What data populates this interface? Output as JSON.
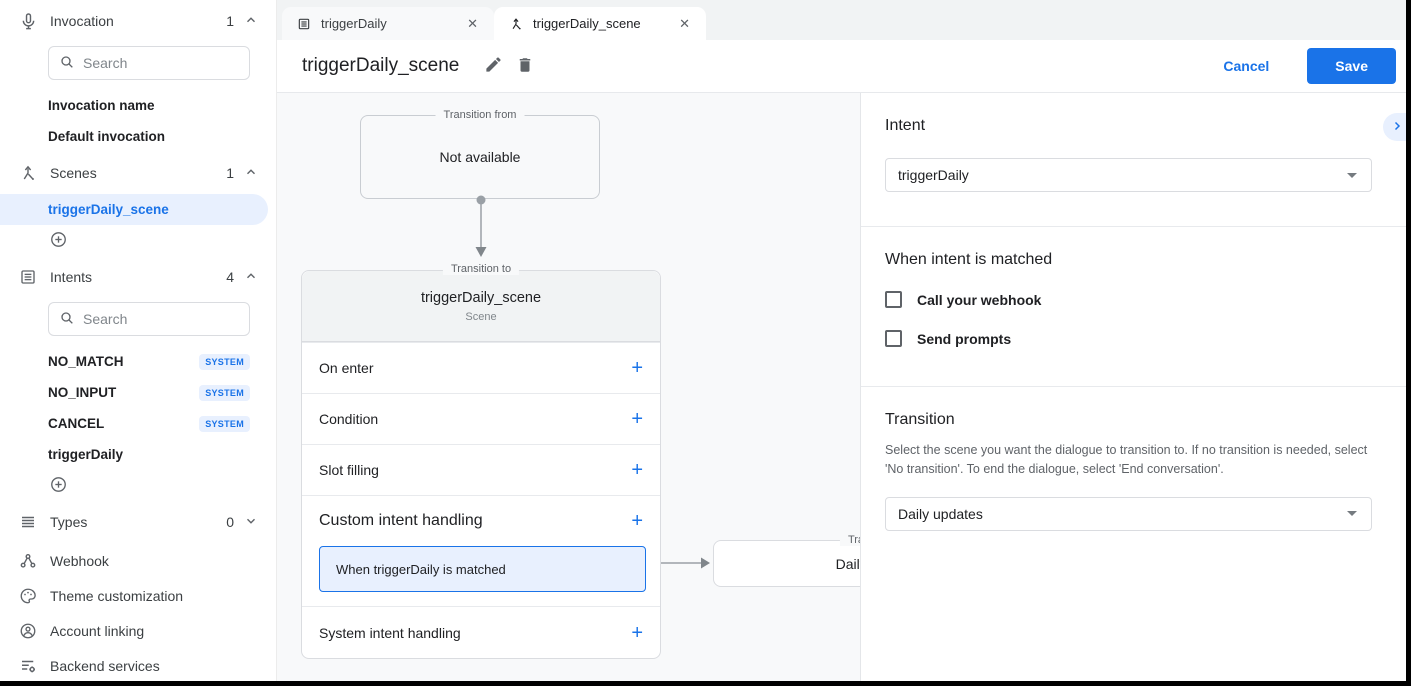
{
  "accent_color": "#1a73e8",
  "selection_bg_color": "#e8f0fe",
  "icons": {
    "plus": "+",
    "close": "✕"
  },
  "sidebar": {
    "search_placeholder": "Search",
    "invocation": {
      "label": "Invocation",
      "count": "1",
      "items": [
        "Invocation name",
        "Default invocation"
      ]
    },
    "scenes": {
      "label": "Scenes",
      "count": "1",
      "items": [
        {
          "label": "triggerDaily_scene",
          "selected": true
        }
      ]
    },
    "intents": {
      "label": "Intents",
      "count": "4",
      "items": [
        {
          "label": "NO_MATCH",
          "badge": "SYSTEM"
        },
        {
          "label": "NO_INPUT",
          "badge": "SYSTEM"
        },
        {
          "label": "CANCEL",
          "badge": "SYSTEM"
        },
        {
          "label": "triggerDaily",
          "badge": ""
        }
      ]
    },
    "types": {
      "label": "Types",
      "count": "0"
    },
    "links": [
      {
        "label": "Webhook"
      },
      {
        "label": "Theme customization"
      },
      {
        "label": "Account linking"
      },
      {
        "label": "Backend services"
      }
    ]
  },
  "tabs": [
    {
      "label": "triggerDaily",
      "active": false
    },
    {
      "label": "triggerDaily_scene",
      "active": true
    }
  ],
  "header": {
    "title": "triggerDaily_scene",
    "cancel": "Cancel",
    "save": "Save"
  },
  "diagram": {
    "transition_from": {
      "legend": "Transition from",
      "content": "Not available"
    },
    "scene_card": {
      "legend": "Transition to",
      "title": "triggerDaily_scene",
      "subtitle": "Scene",
      "rows": [
        "On enter",
        "Condition",
        "Slot filling",
        "Custom intent handling",
        "System intent handling"
      ],
      "matched_item": "When triggerDaily is matched"
    },
    "target_card": {
      "legend": "Transition to",
      "content": "Daily updates"
    }
  },
  "panel": {
    "intent": {
      "heading": "Intent",
      "value": "triggerDaily"
    },
    "matched": {
      "heading": "When intent is matched",
      "checkboxes": [
        "Call your webhook",
        "Send prompts"
      ]
    },
    "transition": {
      "heading": "Transition",
      "description": "Select the scene you want the dialogue to transition to. If no transition is needed, select 'No transition'. To end the dialogue, select 'End conversation'.",
      "value": "Daily updates"
    }
  }
}
